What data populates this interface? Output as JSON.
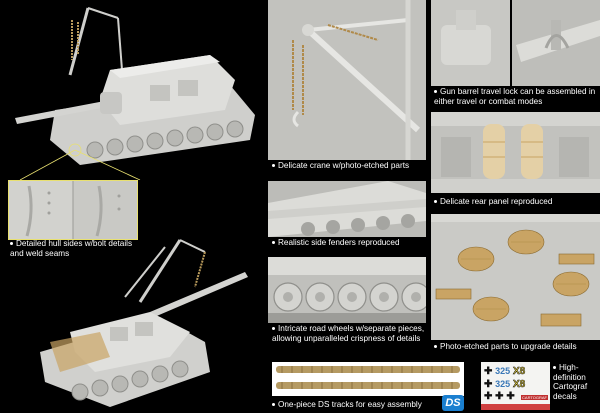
{
  "captions": {
    "hull_sides": "Detailed hull sides w/bolt details and weld seams",
    "crane": "Delicate crane w/photo-etched parts",
    "fenders": "Realistic side fenders reproduced",
    "road_wheels": "Intricate road wheels w/separate pieces, allowing unparalleled crispness of details",
    "tracks": "One-piece DS tracks for easy assembly",
    "travel_lock": "Gun barrel travel lock can be assembled in either travel or combat modes",
    "rear_panel": "Delicate rear panel reproduced",
    "photo_etched": "Photo-etched parts to upgrade details",
    "decals": "High-definition Cartograf decals"
  },
  "logos": {
    "ds": "DS",
    "cartograf": "CARTOGRAF"
  },
  "decal_text": {
    "row1_num": "325",
    "row1_mark": "X8",
    "row2_num": "325",
    "row2_mark": "X8"
  },
  "colors": {
    "background": "#000000",
    "model_grey": "#d9d9d6",
    "etch_brass": "#c9a464",
    "decal_blue": "#3a78b8",
    "decal_yellow": "#e8d24a",
    "callout": "#e8e070"
  }
}
